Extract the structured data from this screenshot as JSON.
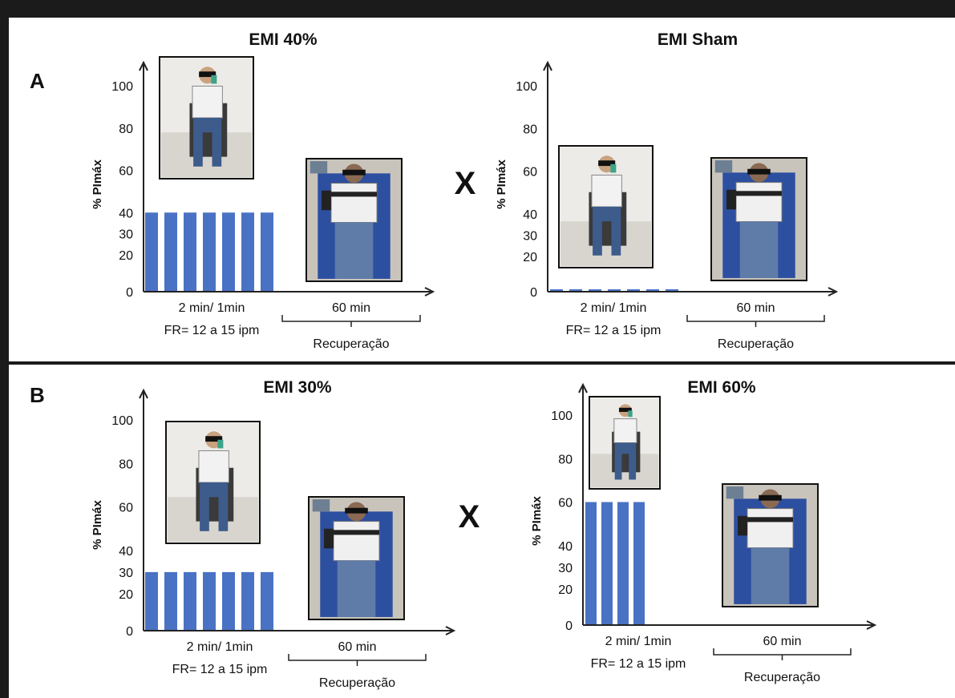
{
  "colors": {
    "bar": "#4a72c4",
    "axis": "#222222",
    "text": "#111111"
  },
  "panels": [
    {
      "id": "A",
      "letter": "A",
      "left": {
        "title": "EMI 40%",
        "ylabel": "% PImáx",
        "ticks": [
          0,
          20,
          30,
          40,
          60,
          80,
          100
        ],
        "bar_count": 7,
        "intensity": 40,
        "label1": "2 min/ 1min",
        "label2": "FR= 12 a 15 ipm",
        "recovery_time": "60 min",
        "recovery_label": "Recuperação"
      },
      "separator": "X",
      "right": {
        "title": "EMI Sham",
        "ylabel": "% PImáx",
        "ticks": [
          0,
          20,
          30,
          40,
          60,
          80,
          100
        ],
        "bar_count": 7,
        "intensity": 0,
        "label1": "2 min/ 1min",
        "label2": "FR= 12 a 15 ipm",
        "recovery_time": "60 min",
        "recovery_label": "Recuperação"
      }
    },
    {
      "id": "B",
      "letter": "B",
      "left": {
        "title": "EMI 30%",
        "ylabel": "% PImáx",
        "ticks": [
          0,
          20,
          30,
          40,
          60,
          80,
          100
        ],
        "bar_count": 7,
        "intensity": 30,
        "label1": "2 min/ 1min",
        "label2": "FR= 12 a 15 ipm",
        "recovery_time": "60 min",
        "recovery_label": "Recuperação"
      },
      "separator": "X",
      "right": {
        "title": "EMI 60%",
        "ylabel": "% PImáx",
        "ticks": [
          0,
          20,
          30,
          40,
          60,
          80,
          100
        ],
        "bar_count": 4,
        "intensity": 60,
        "label1": "2 min/ 1min",
        "label2": "FR= 12 a 15 ipm",
        "recovery_time": "60 min",
        "recovery_label": "Recuperação"
      }
    }
  ]
}
